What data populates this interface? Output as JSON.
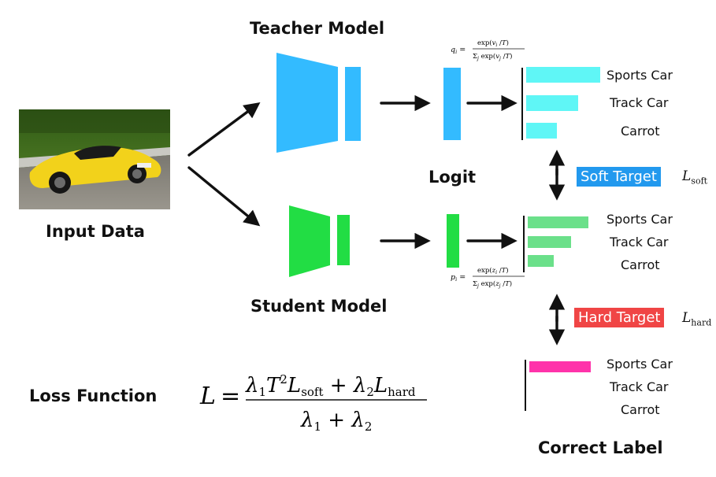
{
  "diagram": {
    "teacher_title": "Teacher Model",
    "student_title": "Student Model",
    "input_label": "Input Data",
    "logit_label": "Logit",
    "loss_label": "Loss Function",
    "correct_label": "Correct Label",
    "soft_target": "Soft Target",
    "hard_target": "Hard Target",
    "classes": [
      "Sports Car",
      "Track Car",
      "Carrot"
    ],
    "teacher_probs": [
      0.85,
      0.6,
      0.35
    ],
    "student_probs": [
      0.7,
      0.5,
      0.3
    ],
    "hard_label": [
      1,
      0,
      0
    ],
    "colors": {
      "teacher": "#33bbff",
      "teacher_bar": "#5ff6f6",
      "student": "#22dd44",
      "student_bar": "#6be08a",
      "hard_bar": "#ff33aa",
      "soft_badge": "#2299ee",
      "hard_badge": "#f04545"
    }
  }
}
